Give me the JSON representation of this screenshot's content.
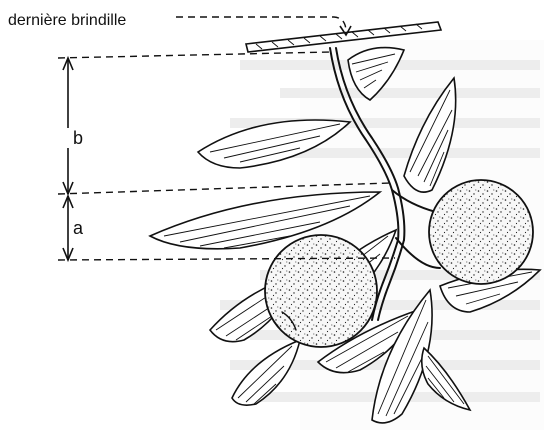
{
  "labels": {
    "twig": "dernière brindille",
    "segment_b": "b",
    "segment_a": "a"
  },
  "colors": {
    "ink": "#111111",
    "fruit_fill": "#f4f4f4",
    "background": "#ffffff"
  }
}
